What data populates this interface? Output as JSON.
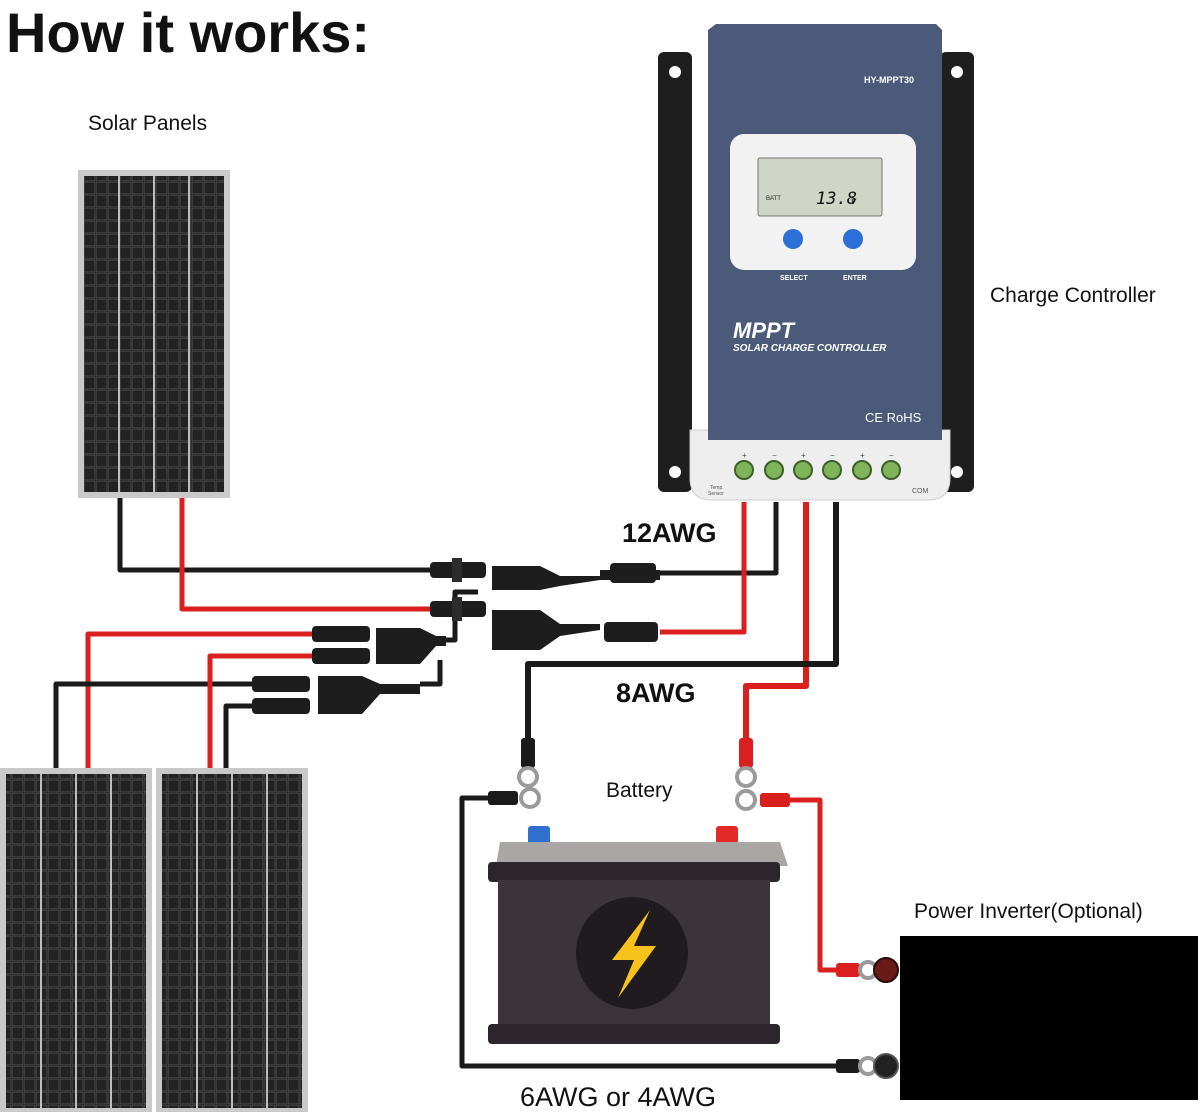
{
  "title": "How it works:",
  "labels": {
    "solar_panels": "Solar Panels",
    "charge_controller": "Charge Controller",
    "battery": "Battery",
    "power_inverter": "Power Inverter(Optional)"
  },
  "wire_gauges": {
    "panel_to_controller": "12AWG",
    "controller_to_battery": "8AWG",
    "battery_to_inverter": "6AWG or 4AWG"
  },
  "controller": {
    "model": "HY-MPPT30",
    "lcd_value": "13.8",
    "lcd_unit": "v",
    "lcd_batt_label": "BATT",
    "button_select": "SELECT",
    "button_enter": "ENTER",
    "brand_big": "MPPT",
    "brand_sub": "SOLAR CHARGE CONTROLLER",
    "cert": "CE RoHS",
    "temp_label_1": "Temp.",
    "temp_label_2": "Sensor",
    "com_label": "COM",
    "terminal_signs": [
      "+",
      "−",
      "+",
      "−",
      "+",
      "−"
    ]
  },
  "colors": {
    "wire_red": "#d9201f",
    "wire_black": "#1a1a1a",
    "controller_body": "#4a5a78",
    "battery_body": "#3b353b",
    "bolt_yellow": "#f7c21b",
    "terminal_green": "#7fb45a"
  }
}
